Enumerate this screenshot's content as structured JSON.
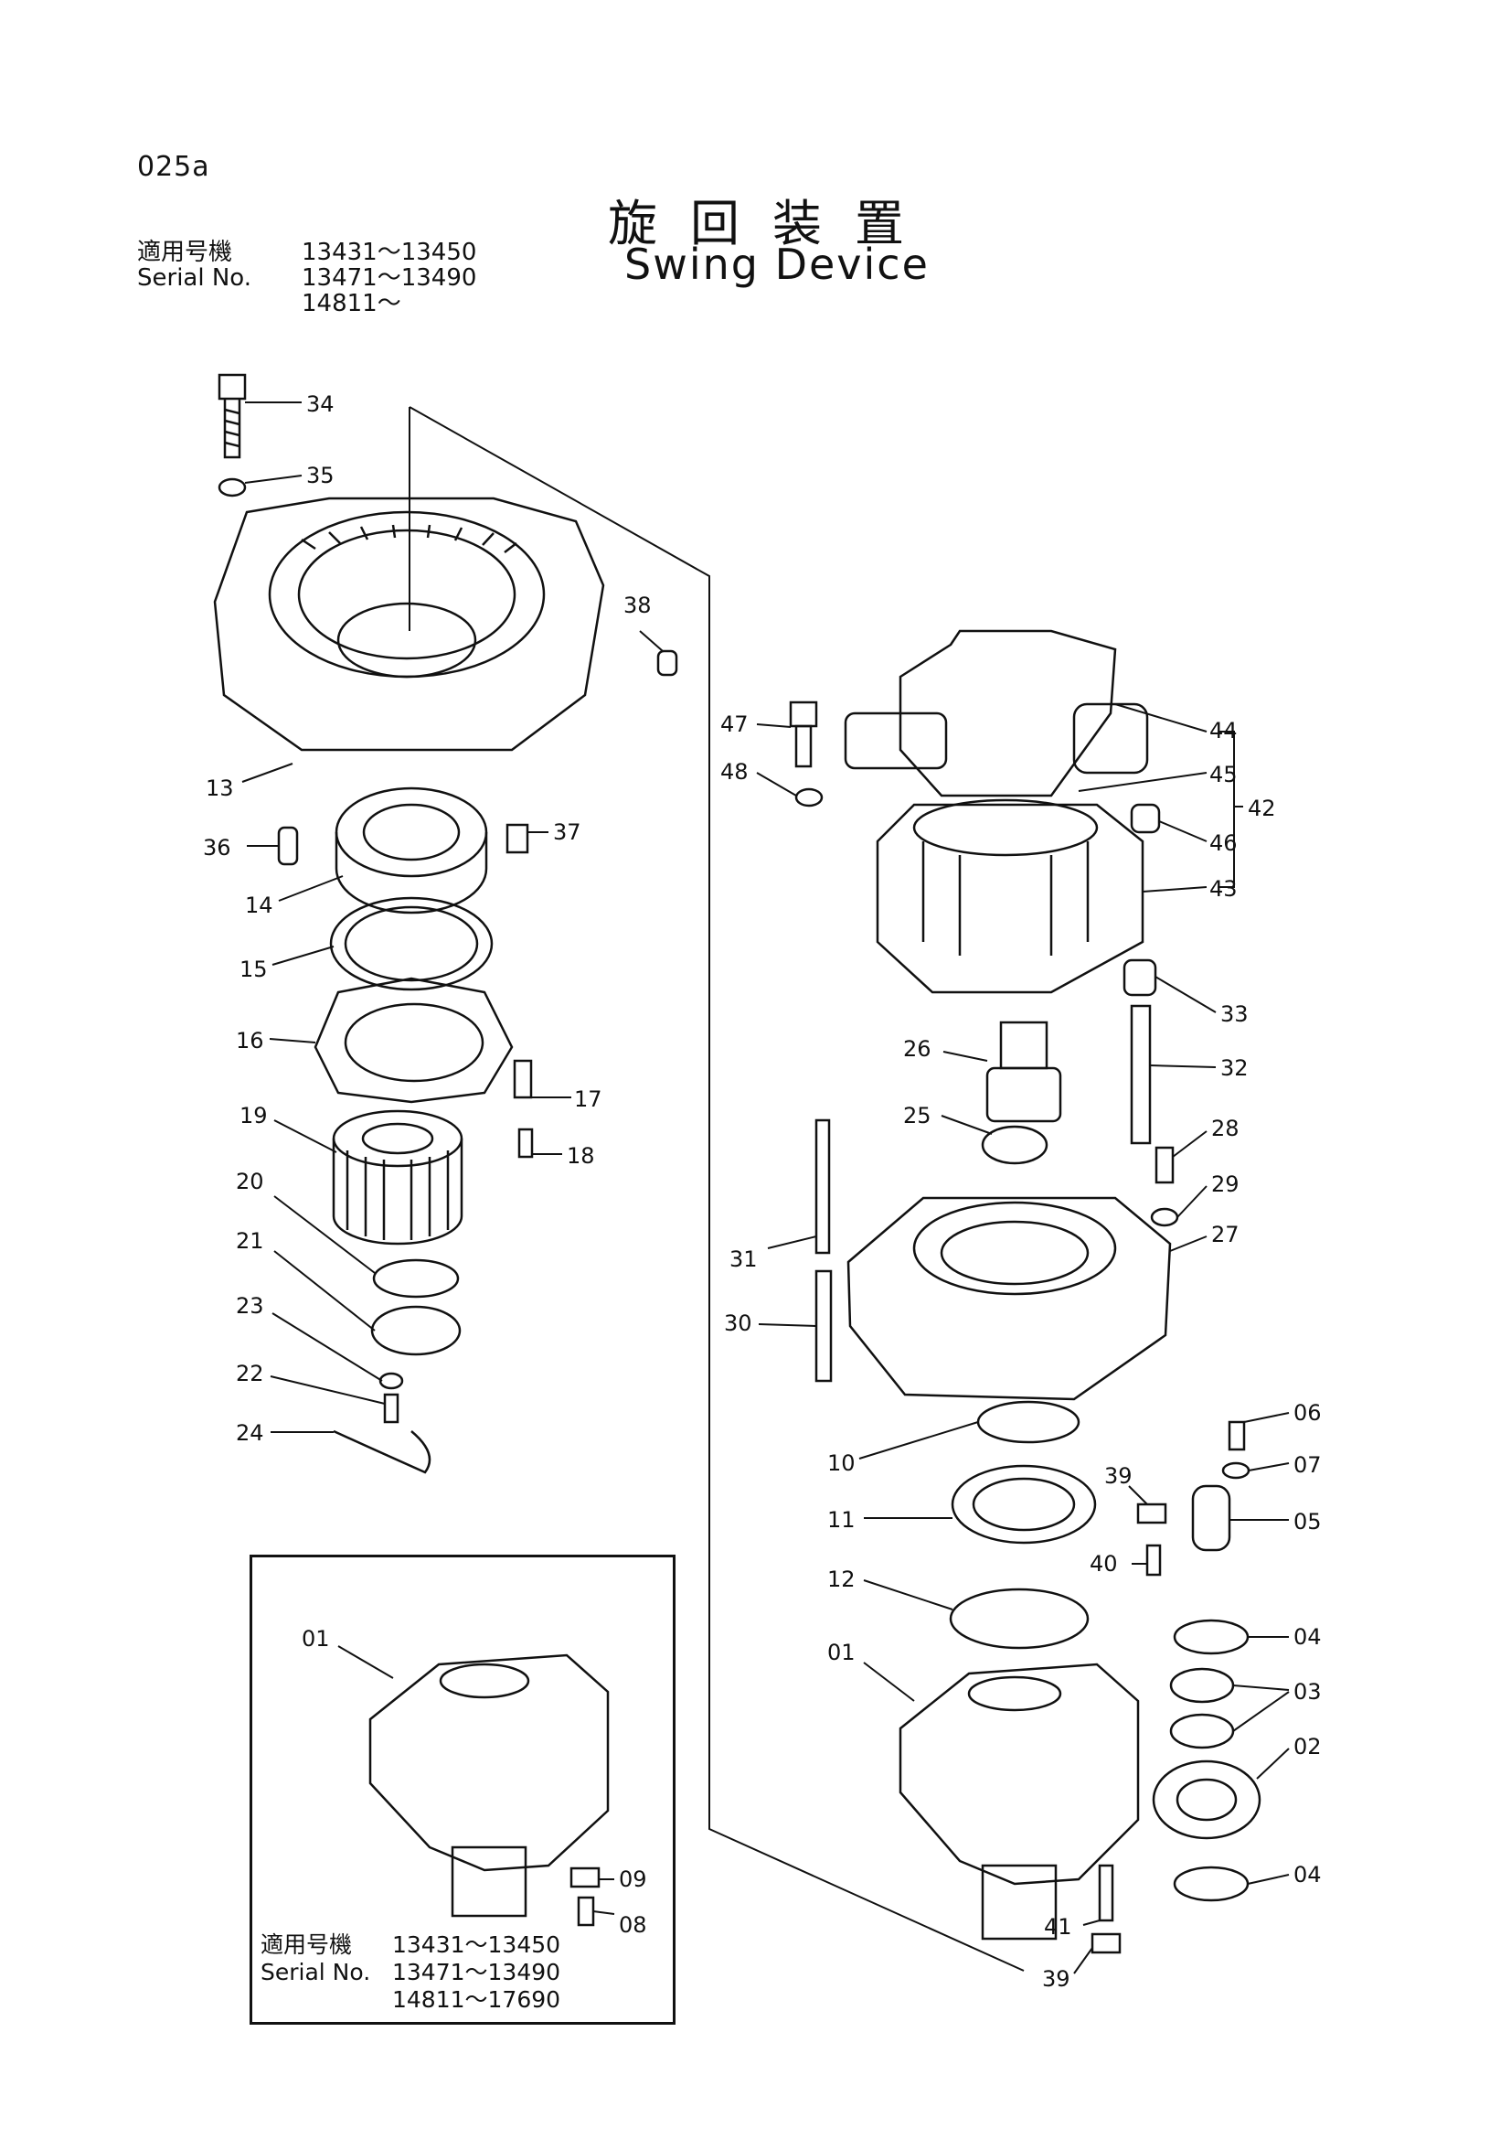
{
  "page": {
    "code": "025a",
    "title_jp": "旋回装置",
    "title_en": "Swing Device"
  },
  "serial_header": {
    "label_jp": "適用号機",
    "label_en": "Serial No.",
    "ranges": [
      "13431～13450",
      "13471～13490",
      "14811～"
    ]
  },
  "inset": {
    "label_jp": "適用号機",
    "label_en": "Serial No.",
    "ranges": [
      "13431～13450",
      "13471～13490",
      "14811～17690"
    ]
  },
  "part_labels": {
    "p34": "34",
    "p35": "35",
    "p38": "38",
    "p13": "13",
    "p36": "36",
    "p37": "37",
    "p14": "14",
    "p15": "15",
    "p16": "16",
    "p17": "17",
    "p19": "19",
    "p18": "18",
    "p20": "20",
    "p21": "21",
    "p23": "23",
    "p22": "22",
    "p24": "24",
    "p47": "47",
    "p48": "48",
    "p44": "44",
    "p45": "45",
    "p46": "46",
    "p42": "42",
    "p43": "43",
    "p33": "33",
    "p26": "26",
    "p32": "32",
    "p25": "25",
    "p28": "28",
    "p29": "29",
    "p31": "31",
    "p27": "27",
    "p30": "30",
    "p10": "10",
    "p06": "06",
    "p07": "07",
    "p11": "11",
    "p39a": "39",
    "p05": "05",
    "p40": "40",
    "p12": "12",
    "p04a": "04",
    "p01": "01",
    "p03": "03",
    "p02": "02",
    "p04b": "04",
    "p41": "41",
    "p39b": "39",
    "i01": "01",
    "i09": "09",
    "i08": "08"
  }
}
